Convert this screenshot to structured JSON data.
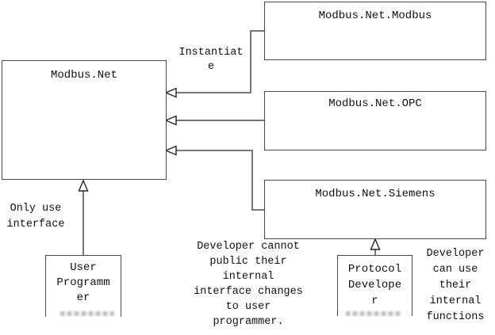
{
  "diagram": {
    "title_context": "Modbus.Net architecture diagram",
    "colors": {
      "background": "#ffffff",
      "border": "#4a4a4a",
      "line": "#777777",
      "arrowhead_stroke": "#222222",
      "text": "#111111"
    },
    "boxes": {
      "modbus_net": {
        "title": "Modbus.Net"
      },
      "modbus_net_modbus": {
        "title": "Modbus.Net.Modbus"
      },
      "modbus_net_opc": {
        "title": "Modbus.Net.OPC"
      },
      "modbus_net_siemens": {
        "title": "Modbus.Net.Siemens"
      },
      "user_programmer": {
        "label": "User\nProgramm\ner"
      },
      "protocol_developer": {
        "label": "Protocol\nDevelope\nr"
      }
    },
    "annotations": {
      "instantiate": "Instantiat\ne",
      "only_use_interface": "Only use\ninterface",
      "developer_cannot": "Developer cannot\npublic their\ninternal\ninterface changes\nto user\nprogrammer.",
      "developer_can": "Developer\ncan use\ntheir\ninternal\nfunctions"
    },
    "connectors": [
      {
        "from": "modbus_net_modbus",
        "to": "modbus_net",
        "style": "open-arrow"
      },
      {
        "from": "modbus_net_opc",
        "to": "modbus_net",
        "style": "open-arrow"
      },
      {
        "from": "modbus_net_siemens",
        "to": "modbus_net",
        "style": "open-arrow"
      },
      {
        "from": "user_programmer",
        "to": "modbus_net",
        "style": "generalization"
      },
      {
        "from": "protocol_developer",
        "to": "modbus_net_siemens",
        "style": "generalization"
      }
    ]
  }
}
